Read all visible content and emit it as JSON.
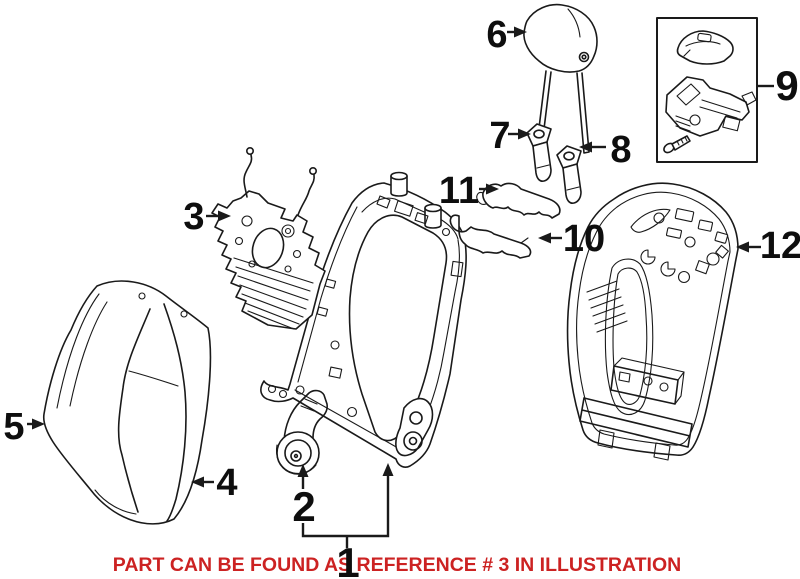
{
  "colors": {
    "line": "#1a1a1a",
    "label": "#0e0e0e",
    "note_red": "#cc2222"
  },
  "note": {
    "text": "PART CAN BE FOUND AS REFERENCE # 3 IN ILLUSTRATION"
  },
  "callouts": [
    {
      "number": "1"
    },
    {
      "number": "2"
    },
    {
      "number": "3"
    },
    {
      "number": "4"
    },
    {
      "number": "5"
    },
    {
      "number": "6"
    },
    {
      "number": "7"
    },
    {
      "number": "8"
    },
    {
      "number": "9"
    },
    {
      "number": "10"
    },
    {
      "number": "11"
    },
    {
      "number": "12"
    }
  ]
}
